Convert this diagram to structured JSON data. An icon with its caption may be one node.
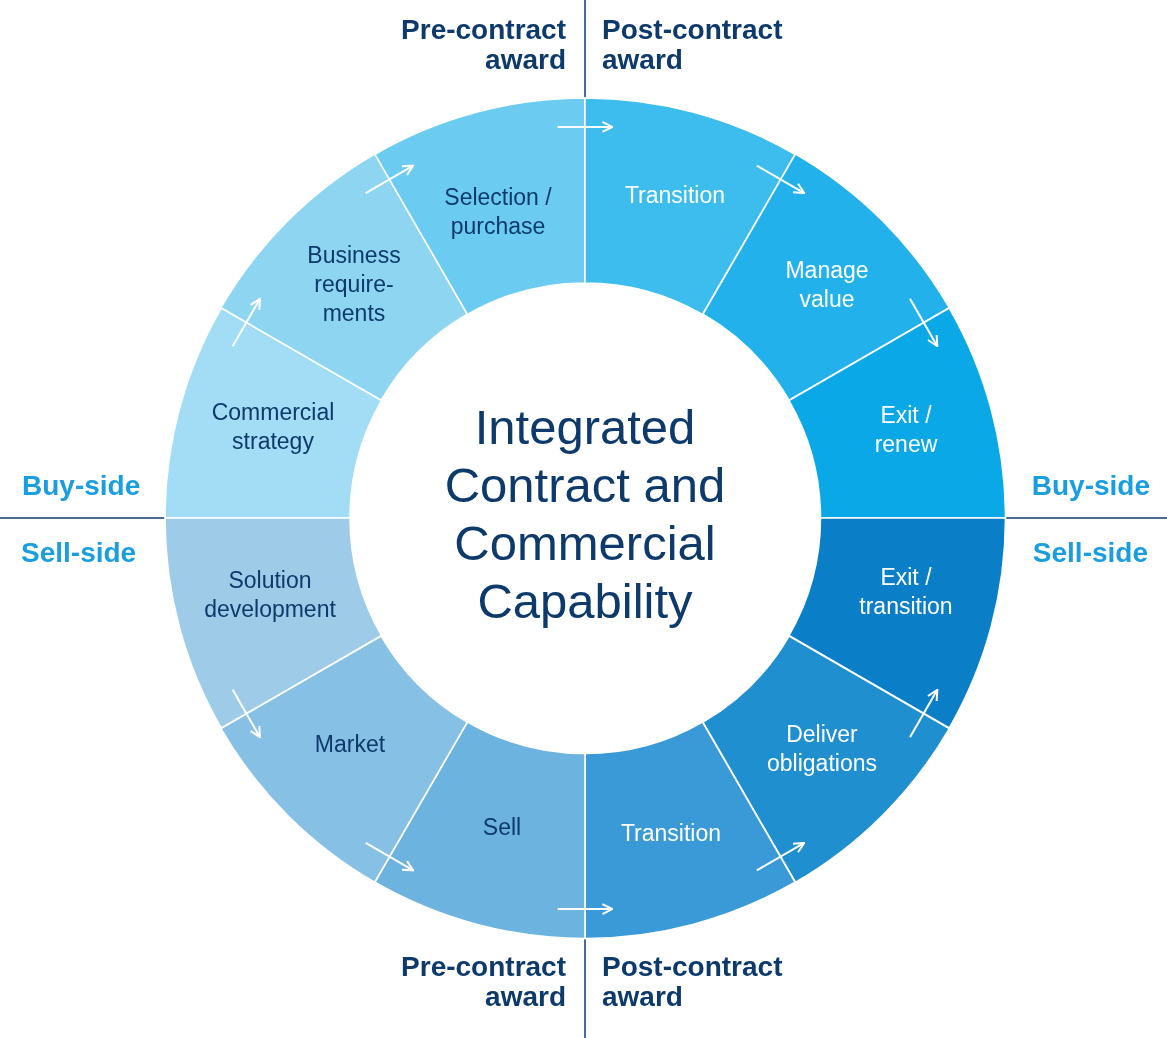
{
  "diagram": {
    "nodes": [
      {
        "text": [
          "Integrated Contract and Commercial Capability"
        ]
      },
      {
        "text": [
          "Commercial strategy"
        ]
      },
      {
        "text": [
          "Business require-ments"
        ]
      },
      {
        "text": [
          "Selection / purchase"
        ]
      },
      {
        "text": [
          "Transition"
        ]
      },
      {
        "text": [
          "Manage value"
        ]
      },
      {
        "text": [
          "Exit / renew"
        ]
      },
      {
        "text": [
          "Exit / transition"
        ]
      },
      {
        "text": [
          "Deliver obligations"
        ]
      },
      {
        "text": [
          "Transition"
        ]
      },
      {
        "text": [
          "Sell"
        ]
      },
      {
        "text": [
          "Market"
        ]
      },
      {
        "text": [
          "Solution development"
        ]
      }
    ],
    "edges": [
      {
        "from": 1,
        "to": 2,
        "arrow": "to"
      },
      {
        "from": 2,
        "to": 3,
        "arrow": "to"
      },
      {
        "from": 3,
        "to": 4,
        "arrow": "to"
      },
      {
        "from": 4,
        "to": 5,
        "arrow": "to"
      },
      {
        "from": 5,
        "to": 6,
        "arrow": "to"
      },
      {
        "from": 12,
        "to": 11,
        "arrow": "to"
      },
      {
        "from": 11,
        "to": 10,
        "arrow": "to"
      },
      {
        "from": 10,
        "to": 9,
        "arrow": "to"
      },
      {
        "from": 9,
        "to": 8,
        "arrow": "to"
      },
      {
        "from": 8,
        "to": 7,
        "arrow": "to"
      }
    ],
    "labels": [
      "Pre-contract award",
      "Post-contract award",
      "Buy-side",
      "Buy-side",
      "Sell-side",
      "Sell-side",
      "Pre-contract award",
      "Post-contract award"
    ]
  }
}
